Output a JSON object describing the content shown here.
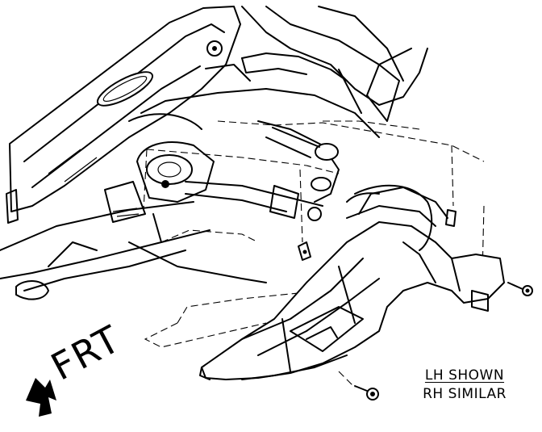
{
  "diagram": {
    "direction_label": "FRT",
    "note": {
      "line1": "LH SHOWN",
      "line2": "RH SIMILAR"
    }
  }
}
